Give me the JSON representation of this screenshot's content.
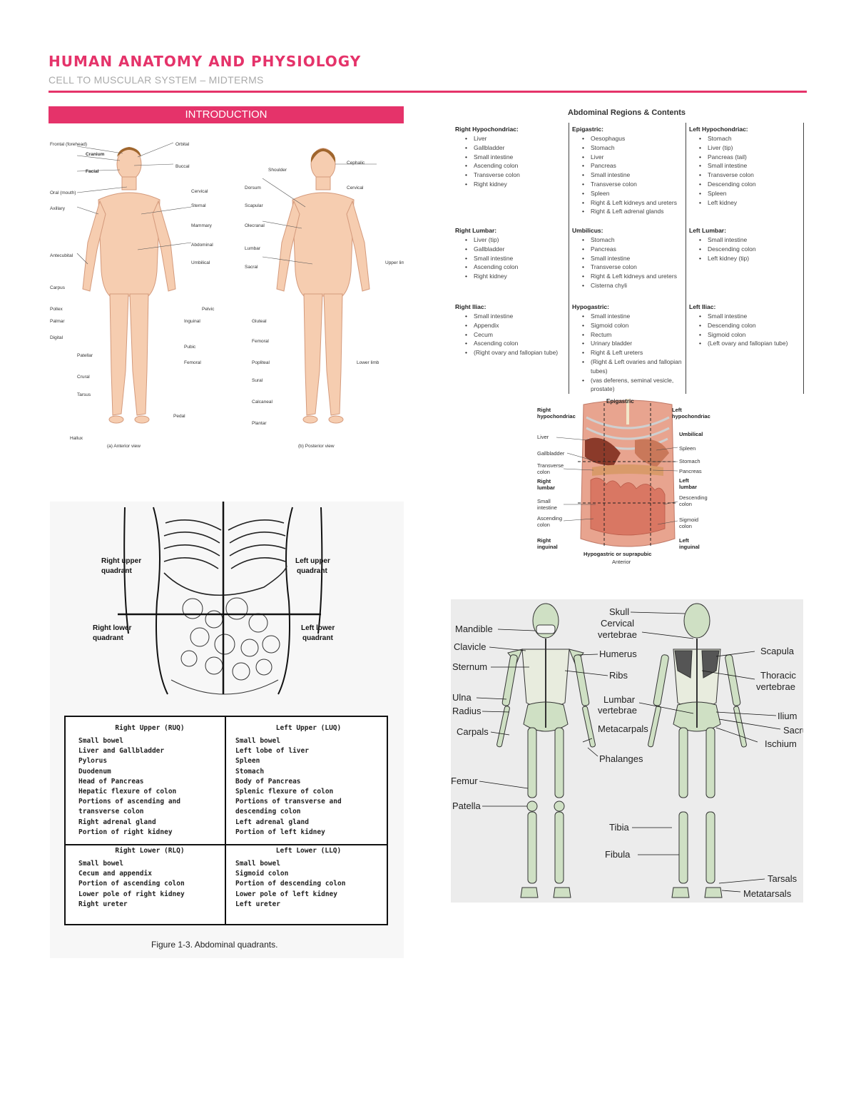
{
  "header": {
    "title": "HUMAN ANATOMY AND PHYSIOLOGY",
    "subtitle": "CELL TO MUSCULAR SYSTEM – MIDTERMS",
    "accent_color": "#e5336a"
  },
  "intro": {
    "section_title": "INTRODUCTION"
  },
  "body_figure": {
    "anterior_caption": "(a) Anterior view",
    "posterior_caption": "(b) Posterior view",
    "anterior_labels": [
      "Frontal (forehead)",
      "Cranium",
      "Facial",
      "Oral (mouth)",
      "Axillary",
      "Antecubital",
      "Carpus",
      "Pollex",
      "Palmar",
      "Digital",
      "Patellar",
      "Crural",
      "Tarsus",
      "Hallux",
      "Orbital",
      "Buccal",
      "Cervical",
      "Sternal",
      "Mammary",
      "Abdominal",
      "Umbilical",
      "Pelvic",
      "Inguinal",
      "Pubic",
      "Femoral",
      "Pedal"
    ],
    "posterior_labels": [
      "Shoulder",
      "Cephalic",
      "Cervical",
      "Dorsum",
      "Scapular",
      "Olecranal",
      "Lumbar",
      "Sacral",
      "Upper limb",
      "Gluteal",
      "Femoral",
      "Popliteal",
      "Sural",
      "Calcaneal",
      "Plantar",
      "Lower limb"
    ]
  },
  "regions": {
    "title": "Abdominal Regions & Contents",
    "columns": [
      [
        {
          "heading": "Right Hypochondriac:",
          "items": [
            "Liver",
            "Gallbladder",
            "Small intestine",
            "Ascending colon",
            "Transverse colon",
            "Right kidney"
          ]
        },
        {
          "heading": "Right Lumbar:",
          "items": [
            "Liver (tip)",
            "Gallbladder",
            "Small intestine",
            "Ascending colon",
            "Right kidney"
          ]
        },
        {
          "heading": "Right Iliac:",
          "items": [
            "Small intestine",
            "Appendix",
            "Cecum",
            "Ascending colon",
            "(Right ovary and fallopian tube)"
          ]
        }
      ],
      [
        {
          "heading": "Epigastric:",
          "items": [
            "Oesophagus",
            "Stomach",
            "Liver",
            "Pancreas",
            "Small intestine",
            "Transverse colon",
            "Spleen",
            "Right & Left kidneys and ureters",
            "Right & Left adrenal glands"
          ]
        },
        {
          "heading": "Umbilicus:",
          "items": [
            "Stomach",
            "Pancreas",
            "Small intestine",
            "Transverse colon",
            "Right & Left kidneys and ureters",
            "Cisterna chyli"
          ]
        },
        {
          "heading": "Hypogastric:",
          "items": [
            "Small intestine",
            "Sigmoid colon",
            "Rectum",
            "Urinary bladder",
            "Right & Left ureters",
            "(Right & Left ovaries and fallopian tubes)",
            "(vas deferens, seminal vesicle, prostate)"
          ]
        }
      ],
      [
        {
          "heading": "Left Hypochondriac:",
          "items": [
            "Stomach",
            "Liver (tip)",
            "Pancreas (tail)",
            "Small intestine",
            "Transverse colon",
            "Descending colon",
            "Spleen",
            "Left kidney"
          ]
        },
        {
          "heading": "Left Lumbar:",
          "items": [
            "Small intestine",
            "Descending colon",
            "Left kidney (tip)"
          ]
        },
        {
          "heading": "Left Iliac:",
          "items": [
            "Small intestine",
            "Descending colon",
            "Sigmoid colon",
            "(Left ovary and fallopian tube)"
          ]
        }
      ]
    ]
  },
  "abdomen_figure": {
    "top_label": "Epigastric",
    "bottom_label": "Hypogastric or suprapubic",
    "view_label": "Anterior",
    "left_labels": [
      "Right hypochondriac",
      "Liver",
      "Gallbladder",
      "Transverse colon",
      "Right lumbar",
      "Small intestine",
      "Ascending colon",
      "Right inguinal"
    ],
    "right_labels": [
      "Left hypochondriac",
      "Umbilical",
      "Spleen",
      "Stomach",
      "Pancreas",
      "Left lumbar",
      "Descending colon",
      "Sigmoid colon",
      "Left inguinal"
    ]
  },
  "quadrant_figure": {
    "labels": [
      "Right upper quadrant",
      "Left upper quadrant",
      "Right lower quadrant",
      "Left lower quadrant"
    ],
    "caption": "Figure 1-3.  Abdominal quadrants.",
    "table": {
      "ruq": {
        "heading": "Right Upper  (RUQ)",
        "items": [
          "Small bowel",
          "Liver and Gallbladder",
          "Pylorus",
          "Duodenum",
          "Head of Pancreas",
          "Hepatic flexure of colon",
          "Portions of ascending and",
          " transverse colon",
          "Right adrenal gland",
          "Portion of right kidney"
        ]
      },
      "luq": {
        "heading": "Left Upper  (LUQ)",
        "items": [
          "Small bowel",
          "Left lobe of liver",
          "Spleen",
          "Stomach",
          "Body of Pancreas",
          "Splenic flexure of colon",
          "Portions of transverse and",
          " descending colon",
          "Left adrenal gland",
          "Portion of left kidney"
        ]
      },
      "rlq": {
        "heading": "Right Lower  (RLQ)",
        "items": [
          "Small bowel",
          "Cecum and appendix",
          "Portion of ascending colon",
          "Lower pole of right kidney",
          "Right ureter"
        ]
      },
      "llq": {
        "heading": "Left Lower  (LLQ)",
        "items": [
          "Small bowel",
          "Sigmoid colon",
          "Portion of descending colon",
          "Lower pole of left kidney",
          "Left ureter"
        ]
      }
    }
  },
  "skeleton_figure": {
    "left_labels": [
      "Mandible",
      "Clavicle",
      "Sternum",
      "Ulna",
      "Radius",
      "Carpals",
      "Femur",
      "Patella"
    ],
    "middle_labels": [
      "Skull",
      "Cervical vertebrae",
      "Humerus",
      "Ribs",
      "Lumbar vertebrae",
      "Metacarpals",
      "Phalanges",
      "Tibia",
      "Fibula"
    ],
    "right_labels": [
      "Scapula",
      "Thoracic vertebrae",
      "Ilium",
      "Sacrum",
      "Ischium",
      "Tarsals",
      "Metatarsals"
    ]
  }
}
